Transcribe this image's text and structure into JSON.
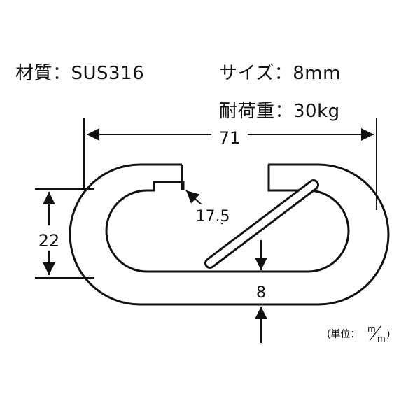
{
  "specs": {
    "material": "材質：SUS316",
    "size": "サイズ：8mm",
    "load": "耐荷重：30kg"
  },
  "dimensions": {
    "overall_length": "71",
    "height": "22",
    "inner_radius": "17.5",
    "wire_diameter": "8"
  },
  "unit_note": {
    "prefix": "(単位：",
    "numerator": "m",
    "denominator": "m",
    "suffix": ")"
  },
  "colors": {
    "line": "#111111",
    "background": "#ffffff"
  }
}
